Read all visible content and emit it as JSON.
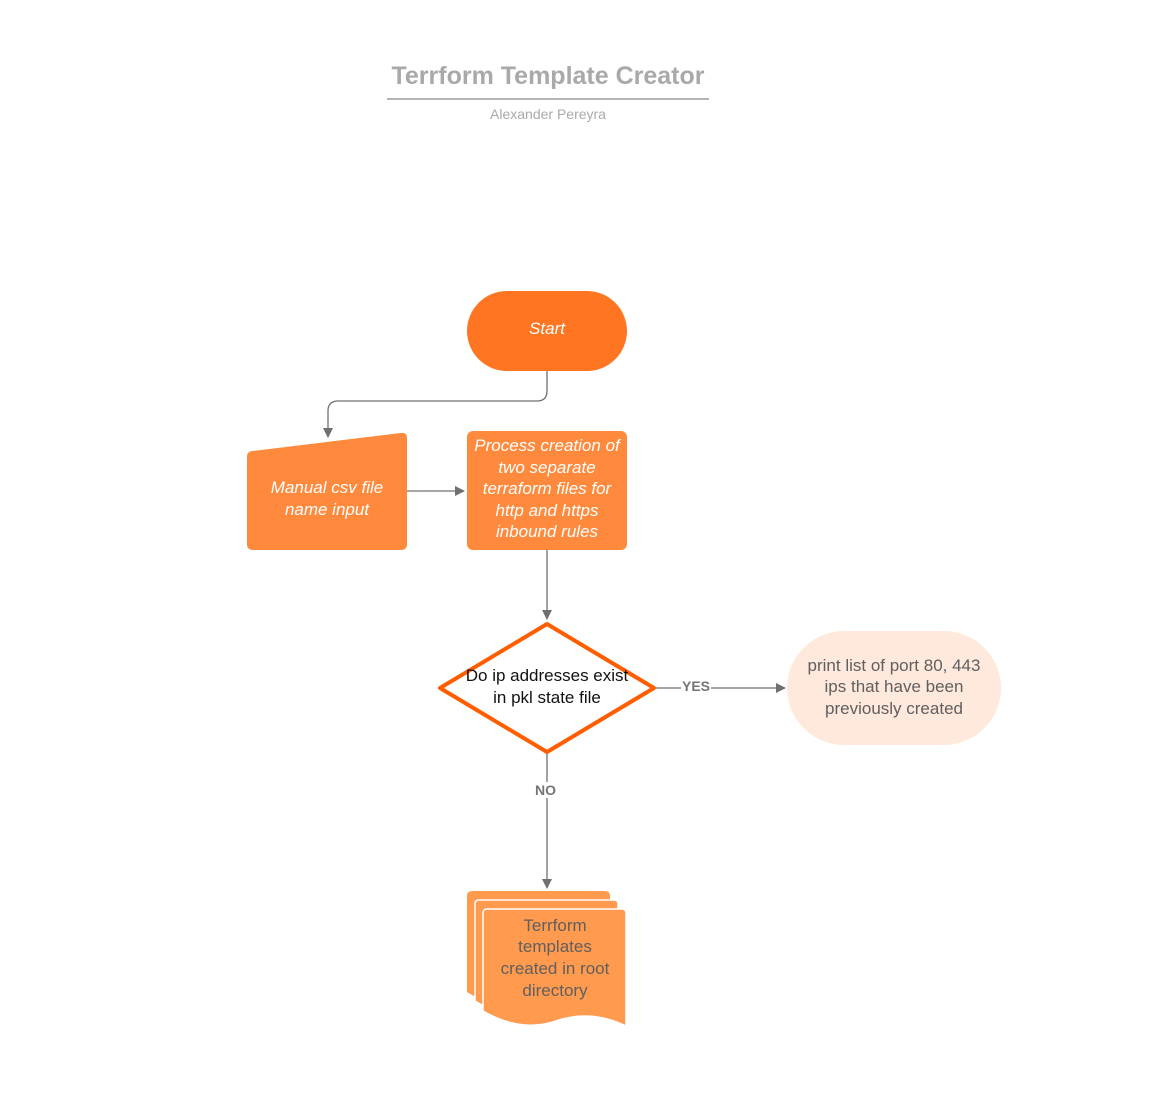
{
  "header": {
    "title": "Terrform Template Creator",
    "author": "Alexander Pereyra"
  },
  "colors": {
    "terminator": "#ff7521",
    "process": "#ff8a3d",
    "decision_border": "#ff5e00",
    "output": "#ffe9dc",
    "document": "#ff9a4f",
    "arrow": "#707070"
  },
  "nodes": {
    "start": {
      "label": "Start"
    },
    "manual_input": {
      "label": "Manual csv file name input"
    },
    "process": {
      "label": "Process creation of two separate terraform files for http and https inbound rules"
    },
    "decision": {
      "label": "Do ip addresses exist in pkl state file"
    },
    "print_output": {
      "label": "print list of port 80, 443 ips that have been previously created"
    },
    "documents": {
      "label": "Terrform templates created in root directory"
    }
  },
  "edges": {
    "yes_label": "YES",
    "no_label": "NO"
  }
}
